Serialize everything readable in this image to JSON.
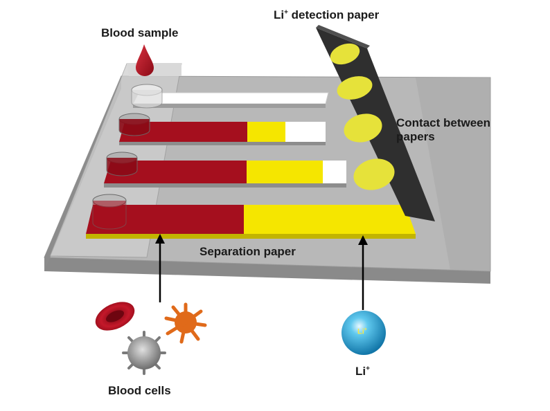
{
  "labels": {
    "blood_sample": "Blood sample",
    "li_detection_paper_main": "Li",
    "li_detection_paper_sup": "+",
    "li_detection_paper_rest": " detection paper",
    "contact_line1": "Contact between",
    "contact_line2": "papers",
    "separation_paper": "Separation paper",
    "blood_cells": "Blood cells",
    "li_ion_main": "Li",
    "li_ion_sup": "+",
    "sphere_main": "Li",
    "sphere_sup": "+"
  },
  "colors": {
    "device_base": "#9e9e9e",
    "device_top": "#bdbdbd",
    "blood_red": "#a50f1e",
    "lithium_yellow": "#f5e600",
    "detection_paper": "#2e2e2e",
    "detection_spot": "#e6e23a",
    "lithium_sphere": "#29a9d9",
    "white_strip": "#ffffff"
  },
  "icons": [
    "blood-drop-icon",
    "red-blood-cell-icon",
    "white-blood-cell-icon",
    "platelet-icon",
    "lithium-ion-sphere-icon"
  ]
}
